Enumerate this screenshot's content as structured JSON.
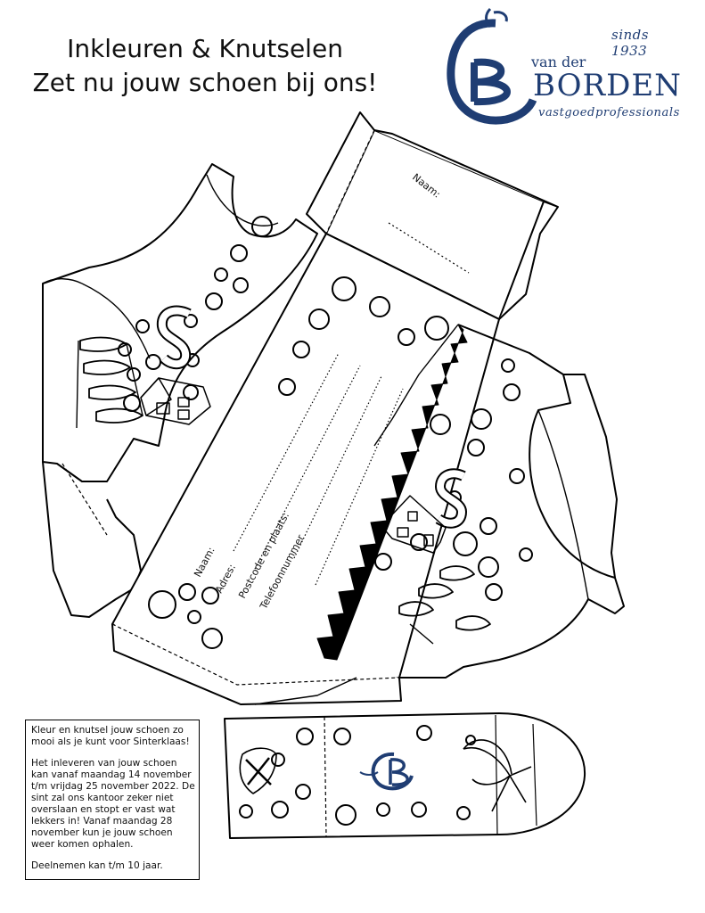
{
  "header": {
    "line1": "Inkleuren & Knutselen",
    "line2": "Zet nu jouw schoen bij ons!"
  },
  "logo": {
    "since": "sinds 1933",
    "prefix": "van der",
    "name": "BORDEN",
    "tagline": "vastgoedprofessionals",
    "brand_color": "#1f3d73"
  },
  "box": {
    "name_field_top": "Naam:",
    "fields": [
      "Naam:",
      "Adres:",
      "Postcode en plaats:",
      "Telefoonnummer"
    ]
  },
  "info": {
    "p1": "Kleur en knutsel jouw schoen zo mooi als je kunt voor Sinterklaas!",
    "p2": "Het inleveren van jouw schoen kan vanaf maandag 14 november t/m vrijdag 25 november 2022. De sint zal ons kantoor zeker niet overslaan en stopt er vast wat lekkers in! Vanaf maandag 28 november kun je jouw schoen weer komen ophalen.",
    "p3": "Deelnemen kan t/m 10 jaar."
  }
}
